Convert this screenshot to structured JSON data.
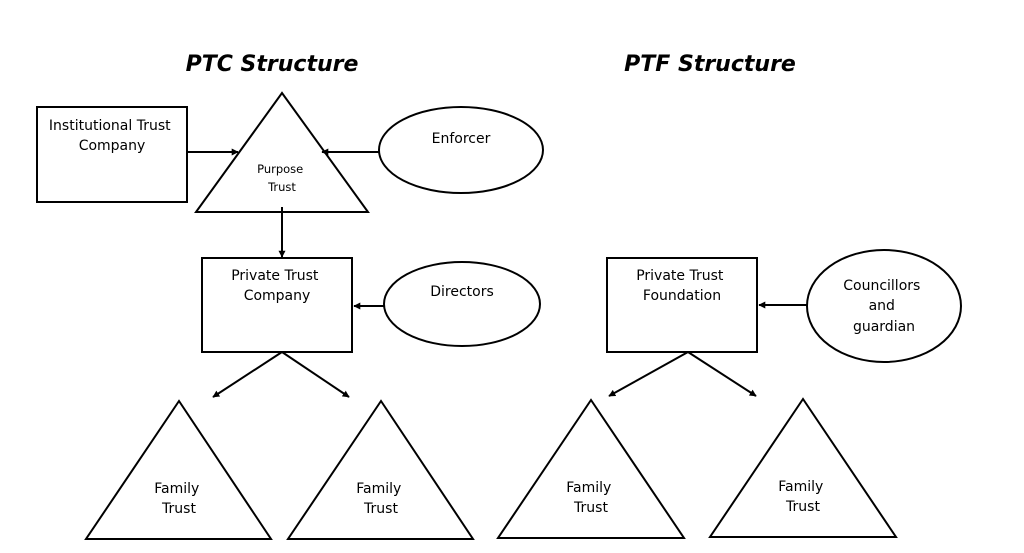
{
  "ptc": {
    "title": "PTC Structure",
    "institutional_trust_company": [
      "Institutional Trust",
      "Company"
    ],
    "purpose_trust": [
      "Purpose",
      "Trust"
    ],
    "enforcer": "Enforcer",
    "private_trust_company": [
      "Private Trust",
      "Company"
    ],
    "directors": "Directors",
    "family_trust_1": [
      "Family",
      "Trust"
    ],
    "family_trust_2": [
      "Family",
      "Trust"
    ]
  },
  "ptf": {
    "title": "PTF Structure",
    "private_trust_foundation": [
      "Private Trust",
      "Foundation"
    ],
    "councillors": [
      "Councillors",
      "and",
      "guardian"
    ],
    "family_trust_1": [
      "Family",
      "Trust"
    ],
    "family_trust_2": [
      "Family",
      "Trust"
    ]
  }
}
